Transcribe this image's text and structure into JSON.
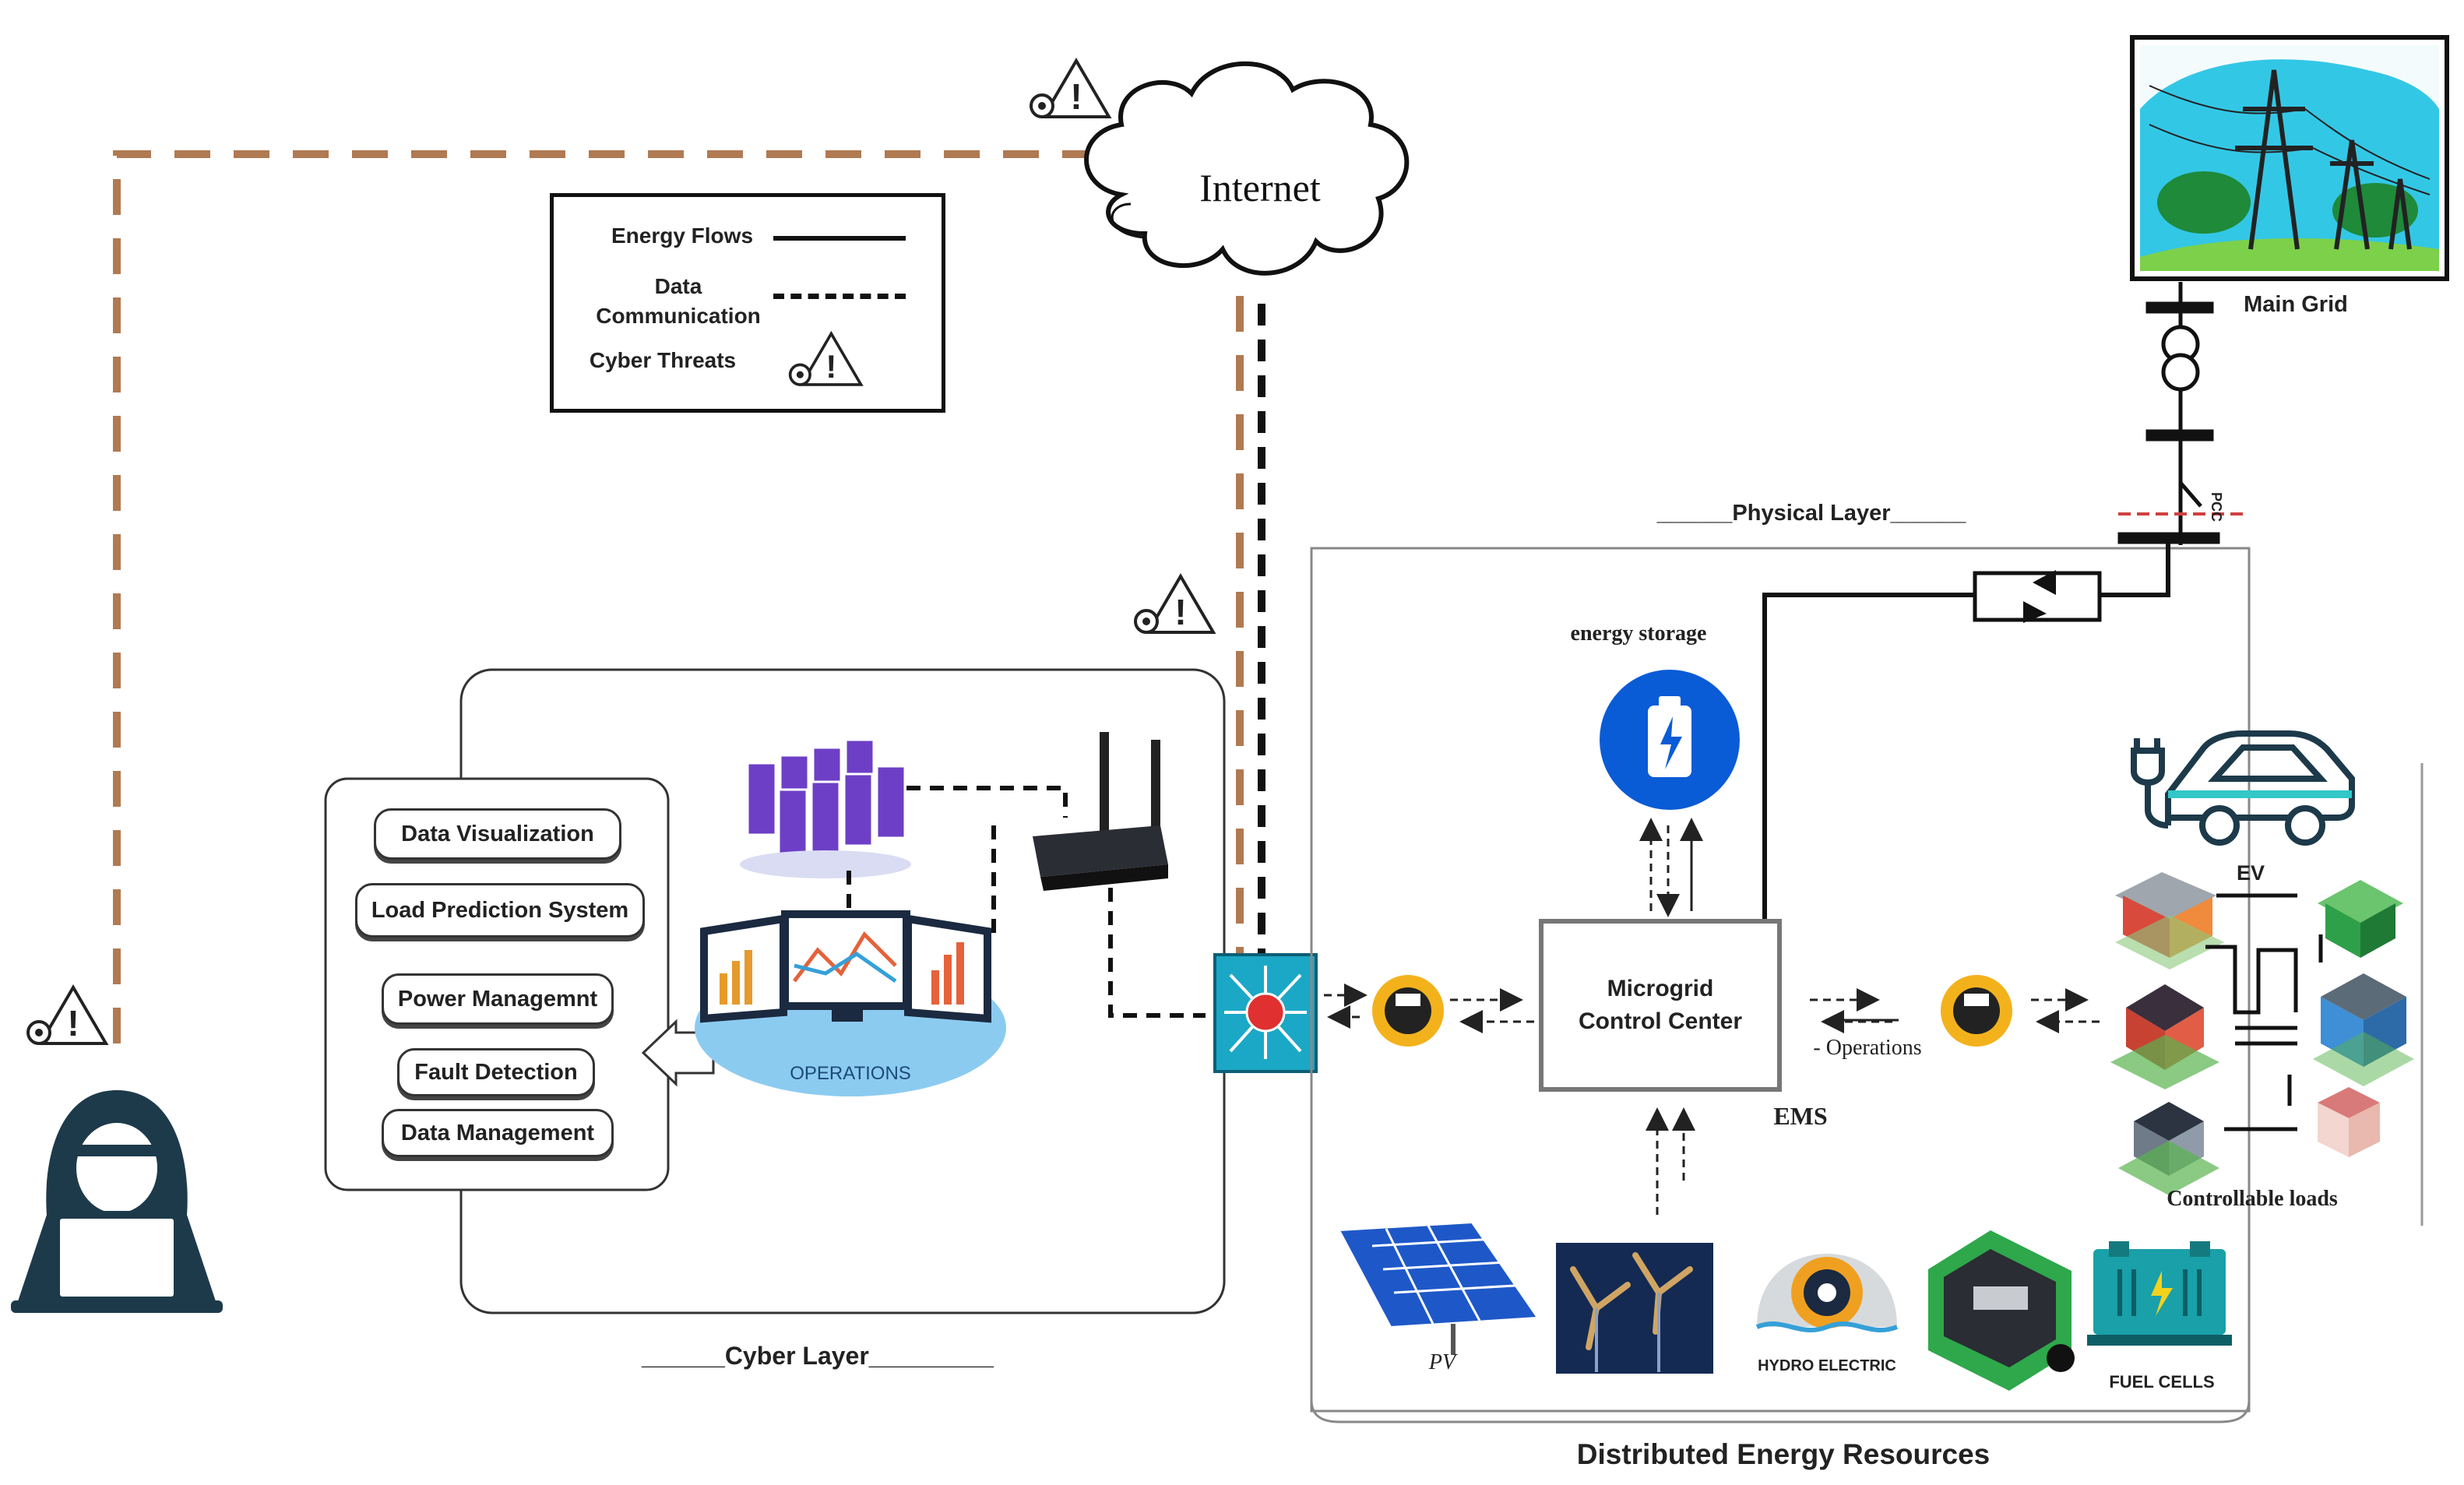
{
  "legend": {
    "energy_flows": "Energy Flows",
    "data_communication": "Data\nCommunication",
    "cyber_threats": "Cyber Threats"
  },
  "internet_label": "Internet",
  "main_grid_label": "Main Grid",
  "pcc_label": "PCC",
  "physical_layer_label": "______Physical Layer______",
  "cyber_layer_label": "______Cyber Layer_________",
  "energy_storage_label": "energy storage",
  "microgrid_control_center": {
    "line1": "Microgrid",
    "line2": "Control Center"
  },
  "ems_label": "EMS",
  "operations_side_label": "- Operations",
  "operations_screen_label": "OPERATIONS",
  "ev_label": "EV",
  "controllable_loads_label": "Controllable loads",
  "cyber_functions": [
    "Data Visualization",
    "Load Prediction System",
    "Power Managemnt",
    "Fault Detection",
    "Data Management"
  ],
  "der_labels": {
    "pv": "PV",
    "hydro": "HYDRO ELECTRIC",
    "fuel_cells": "FUEL CELLS"
  },
  "distributed_energy_resources_label": "Distributed Energy Resources",
  "colors": {
    "attack_path": "#b07a52",
    "storage_blue": "#0a5bd6",
    "switch_teal": "#1ba8c6",
    "meter_yellow": "#f3b21c",
    "operations_glow": "#8ccbf0",
    "hacker": "#1d3a4a"
  }
}
